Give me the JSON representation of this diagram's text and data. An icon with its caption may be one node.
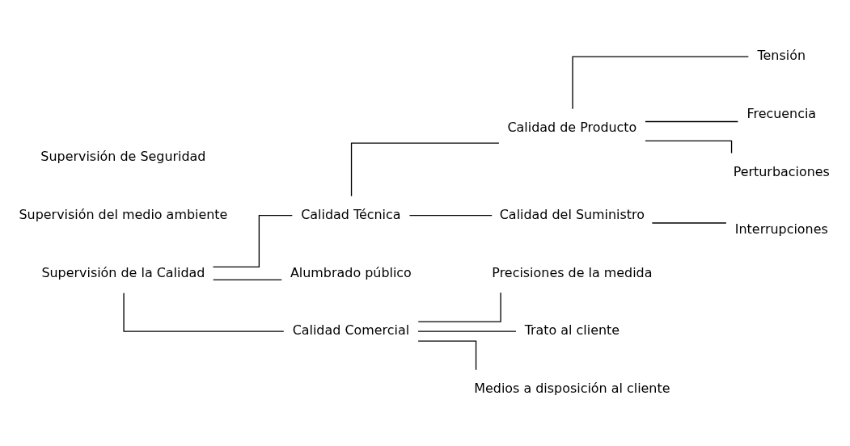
{
  "diagram": {
    "nodes": [
      {
        "text": [
          "Supervisión de Seguridad"
        ]
      },
      {
        "text": [
          "Supervisión del medio ambiente"
        ]
      },
      {
        "text": [
          "Supervisión de la Calidad"
        ]
      },
      {
        "text": [
          "Calidad Técnica"
        ]
      },
      {
        "text": [
          "Calidad de Producto"
        ]
      },
      {
        "text": [
          "Tensión"
        ]
      },
      {
        "text": [
          "Frecuencia"
        ]
      },
      {
        "text": [
          "Perturbaciones"
        ]
      },
      {
        "text": [
          "Calidad del Suministro"
        ]
      },
      {
        "text": [
          "Interrupciones"
        ]
      },
      {
        "text": [
          "Alumbrado público"
        ]
      },
      {
        "text": [
          "Calidad Comercial"
        ]
      },
      {
        "text": [
          "Precisiones de la medida"
        ]
      },
      {
        "text": [
          "Trato al cliente"
        ]
      },
      {
        "text": [
          "Medios a disposición al cliente"
        ]
      }
    ],
    "edges": [
      {
        "from": 2,
        "to": 3,
        "arrow": "none"
      },
      {
        "from": 2,
        "to": 10,
        "arrow": "none"
      },
      {
        "from": 2,
        "to": 11,
        "arrow": "none"
      },
      {
        "from": 3,
        "to": 4,
        "arrow": "none"
      },
      {
        "from": 3,
        "to": 8,
        "arrow": "none"
      },
      {
        "from": 4,
        "to": 5,
        "arrow": "none"
      },
      {
        "from": 4,
        "to": 6,
        "arrow": "none"
      },
      {
        "from": 4,
        "to": 7,
        "arrow": "none"
      },
      {
        "from": 8,
        "to": 9,
        "arrow": "none"
      },
      {
        "from": 11,
        "to": 12,
        "arrow": "none"
      },
      {
        "from": 11,
        "to": 13,
        "arrow": "none"
      },
      {
        "from": 11,
        "to": 14,
        "arrow": "none"
      }
    ]
  }
}
